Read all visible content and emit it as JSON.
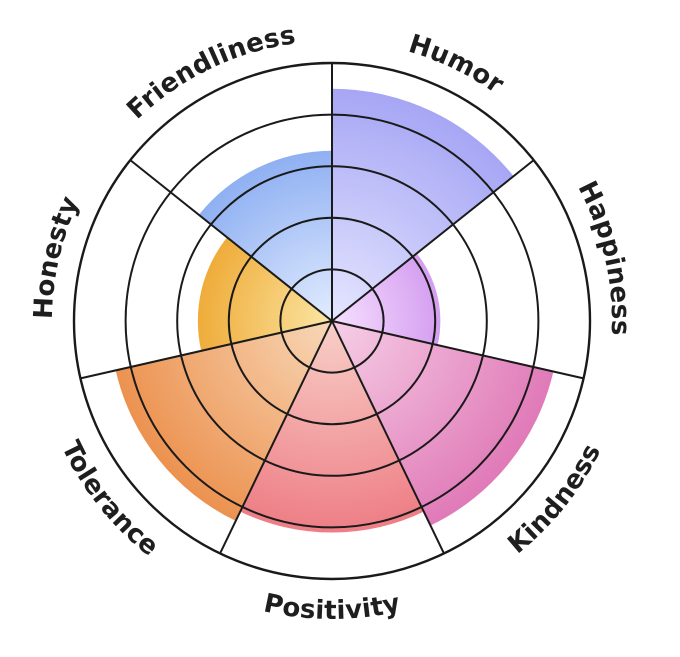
{
  "chart_data": {
    "type": "polar-area",
    "title": "",
    "scale_max": 5,
    "rings": 5,
    "grid": true,
    "legend": "none",
    "categories": [
      "Humor",
      "Happiness",
      "Kindness",
      "Positivity",
      "Tolerance",
      "Honesty",
      "Friendliness"
    ],
    "values": [
      4.5,
      2.1,
      4.4,
      4.1,
      4.3,
      2.6,
      3.3
    ],
    "colors": [
      [
        "#e6e6ff",
        "#a6a6f5"
      ],
      [
        "#f7e0ff",
        "#d49ef0"
      ],
      [
        "#f6cfe6",
        "#e07ab8"
      ],
      [
        "#f8d0c8",
        "#ee7e86"
      ],
      [
        "#f8d8b8",
        "#ec9250"
      ],
      [
        "#fbe6a4",
        "#efac3a"
      ],
      [
        "#e2ecff",
        "#8fb0f2"
      ]
    ]
  }
}
